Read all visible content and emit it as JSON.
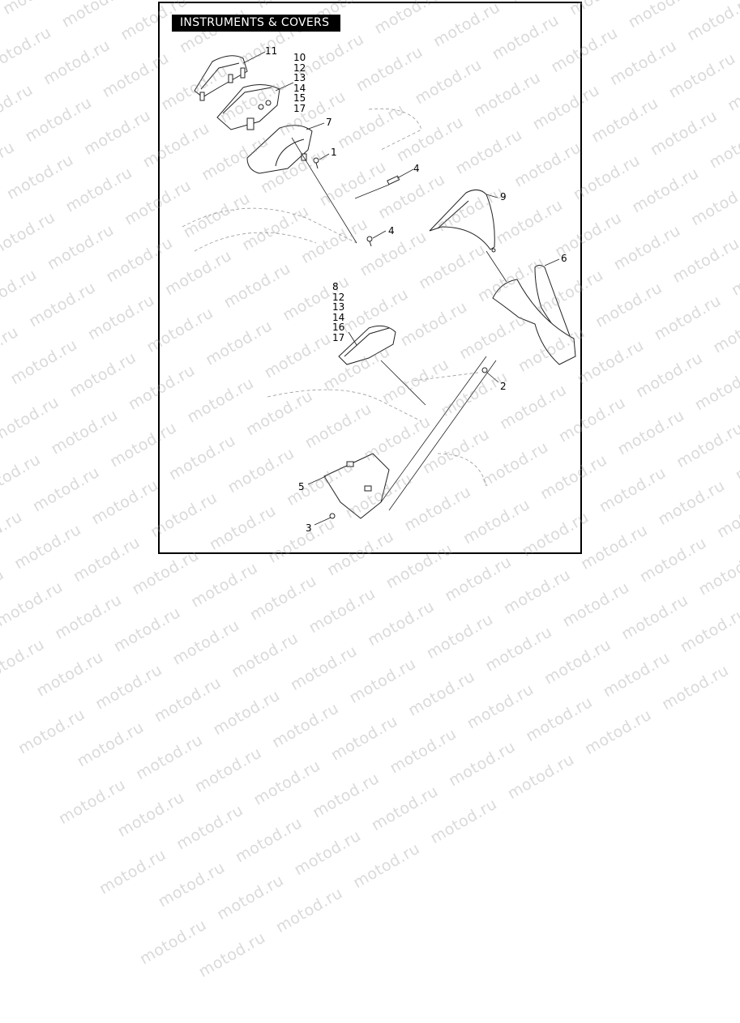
{
  "title": "INSTRUMENTS & COVERS",
  "watermark_text": "motod.ru",
  "colors": {
    "title_bg": "#000000",
    "title_fg": "#ffffff",
    "frame": "#000000",
    "watermark": "#969696"
  },
  "callouts": {
    "c11": "11",
    "stack_top": [
      "10",
      "12",
      "13",
      "14",
      "15",
      "17"
    ],
    "c7": "7",
    "c1": "1",
    "c4_upper": "4",
    "c4_lower": "4",
    "c9": "9",
    "c6": "6",
    "stack_lower": [
      "8",
      "12",
      "13",
      "14",
      "16",
      "17"
    ],
    "c2": "2",
    "c5": "5",
    "c3": "3"
  }
}
